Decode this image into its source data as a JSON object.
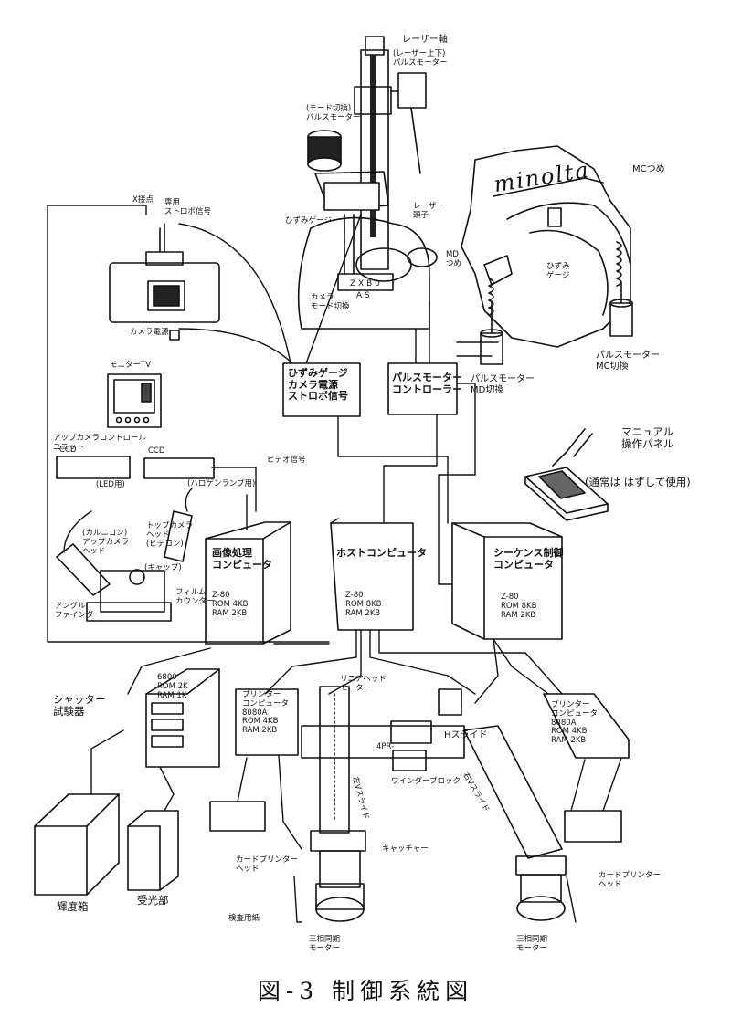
{
  "labels": {
    "laser_axis": "レーザー軸",
    "laser_pulse_motor": "(レーザー上下)\nパルスモーター",
    "mode_pulse_motor": "(モード切換)\nパルスモーター",
    "x_contact": "X接点",
    "strobe_signal": "専用\nストロボ信号",
    "strain_gauge_top": "ひずみゲージ",
    "laser_head": "レーザー\n頭子",
    "camera_mode": "カメラ\nモード切換",
    "mc_claw": "MCつめ",
    "md_claw": "MD\nつめ",
    "strain_gauge_right": "ひずみ\nゲージ",
    "camera_power": "カメラ電源",
    "strain_gauge_box": "ひずみゲージ\nカメラ電源\nストロボ信号",
    "pulse_ctrl_box": "パルスモーター\nコントローラー",
    "pulse_md": "パルスモーター\nMD切換",
    "pulse_mc": "パルスモーター\nMC切換",
    "monitor_tv": "モニターTV",
    "focus_ctrl_unit": "アップカメラコントロール\nユニット",
    "ccd_a": "CCD",
    "ccd_b": "CCD",
    "led": "(LED用)",
    "halogen": "(ハロゲンランプ用)",
    "video_signal": "ビデオ信号",
    "manual_panel": "マニュアル\n操作パネル",
    "manual_note": "(通常は はずして使用)",
    "img_computer": "画像処理\nコンピュータ",
    "img_spec": "Z-80\nROM 4KB\nRAM 2KB",
    "host_computer": "ホストコンピュータ",
    "host_spec": "Z-80\nROM 8KB\nRAM 2KB",
    "seq_computer": "シーケンス制御\nコンピュータ",
    "seq_spec": "Z-80\nROM 8KB\nRAM 2KB",
    "top_camera_head": "トップカメラ\nヘッド\n(ビデコン)",
    "top_camera_head_left": "(カルニコン)\nアップカメラ\nヘッド",
    "angle_finder": "アングル\nファインダー",
    "cap": "(キャップ)",
    "film_counter": "フィルム\nカウンター",
    "m6800": "6800\nROM 2K\nRAM 1K",
    "shutter_tester": "シャッター\n試験器",
    "printer_ctrl_left": "プリンター\nコンピュータ\n8080A\nROM 4KB\nRAM 2KB",
    "linear_head_motor": "リニアヘッド\nモーター",
    "h_slide": "Hスライド",
    "stopper": "4PR-",
    "winder_block": "ワインダーブロック",
    "left_v_slide": "左Vスライド",
    "right_v_slide": "右Vスライド",
    "catcher": "キャッチャー",
    "printer_ctrl_right": "プリンター\nコンピュータ\n8080A\nROM 4KB\nRAM 2KB",
    "card_printer_head_left": "カードプリンター\nヘッド",
    "card_printer_head_right": "カードプリンター\nヘッド",
    "inspection_paper": "検査用紙",
    "luminance_box": "輝度箱",
    "light_receiver": "受光部",
    "motor_left": "三相同期\nモーター",
    "motor_right": "三相同期\nモーター",
    "minolta": "minolta"
  },
  "caption": "図-3 制御系統図"
}
